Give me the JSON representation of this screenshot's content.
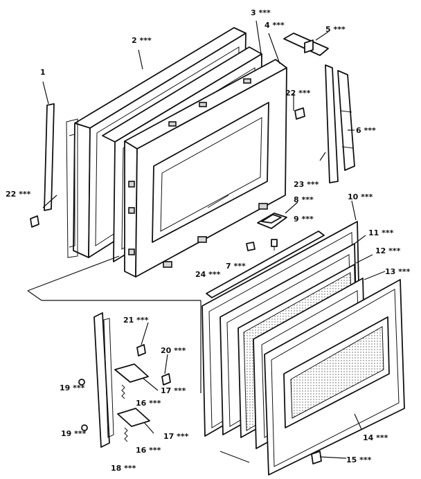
{
  "labels": {
    "p1": "1",
    "p2": "2 ***",
    "p3": "3 ***",
    "p4": "4 ***",
    "p5": "5 ***",
    "p6": "6 ***",
    "p7": "7 ***",
    "p8": "8 ***",
    "p9": "9 ***",
    "p10": "10 ***",
    "p11": "11 ***",
    "p12": "12 ***",
    "p13": "13 ***",
    "p14": "14 ***",
    "p15": "15 ***",
    "p16a": "16 ***",
    "p16b": "16 ***",
    "p17a": "17 ***",
    "p17b": "17 ***",
    "p18": "18 ***",
    "p19a": "19 ***",
    "p19b": "19 ***",
    "p20": "20 ***",
    "p21": "21 ***",
    "p22a": "22 ***",
    "p22b": "22 ***",
    "p23": "23 ***",
    "p24": "24 ***"
  }
}
